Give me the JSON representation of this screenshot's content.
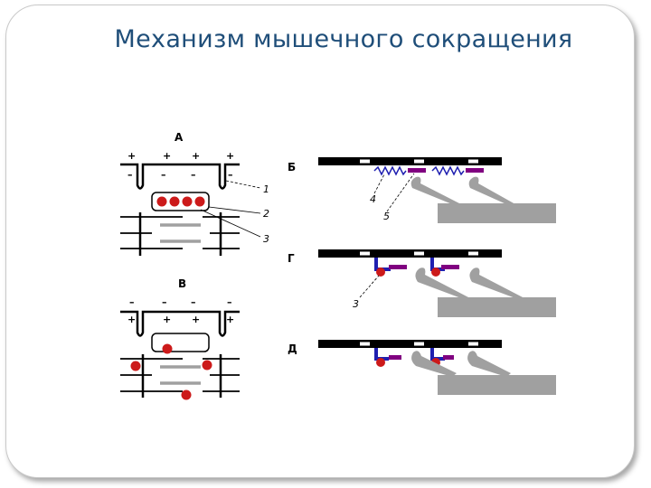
{
  "slide": {
    "title": "Механизм мышечного сокращения"
  },
  "diagram": {
    "panel_labels": {
      "a": "А",
      "b": "Б",
      "v": "В",
      "g": "Г",
      "d": "Д"
    },
    "callouts": {
      "n1": "1",
      "n2": "2",
      "n3": "3",
      "n4": "4",
      "n5": "5",
      "n3b": "3"
    },
    "signs": {
      "plus": "+",
      "minus": "–"
    },
    "colors": {
      "calcium": "#cc1a1a",
      "myosin": "#a0a0a0",
      "actin": "#000000",
      "tropomyosin": "#800080",
      "troponin": "#1f1fb0"
    }
  }
}
